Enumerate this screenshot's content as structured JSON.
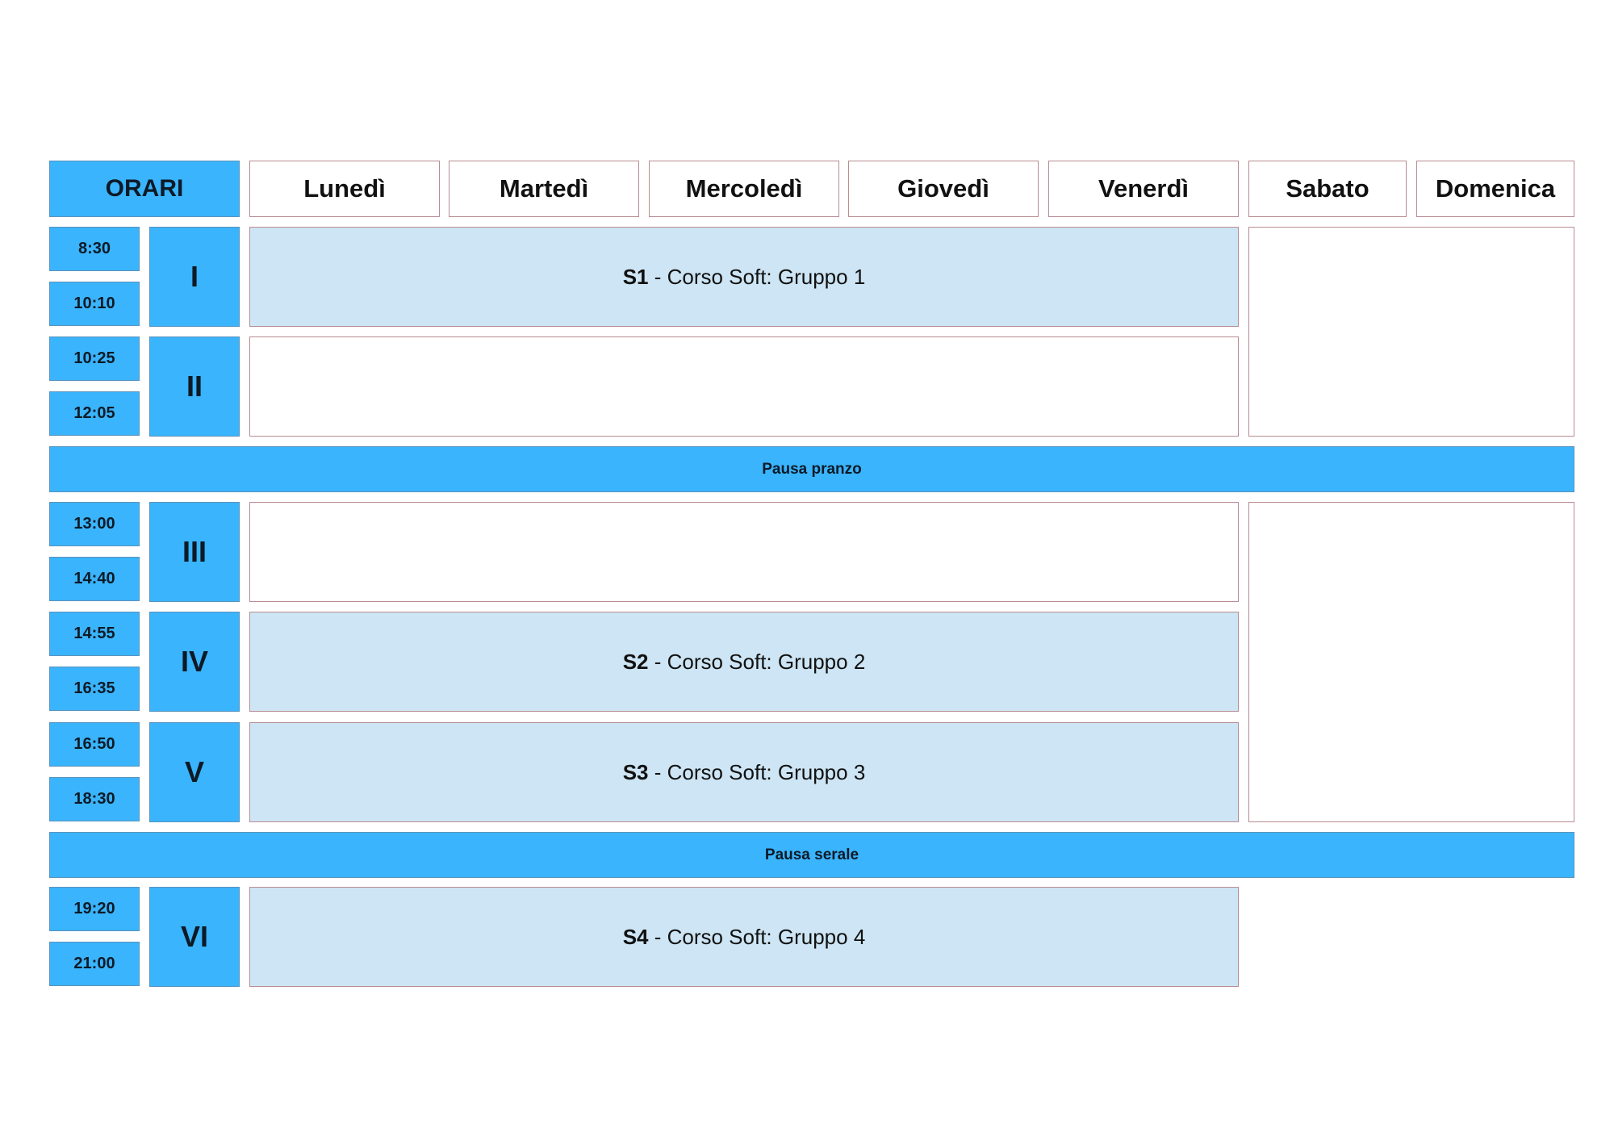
{
  "header": {
    "orari": "ORARI",
    "days": [
      "Lunedì",
      "Martedì",
      "Mercoledì",
      "Giovedì",
      "Venerdì",
      "Sabato",
      "Domenica"
    ]
  },
  "slots": [
    {
      "roman": "I",
      "start": "8:30",
      "end": "10:10"
    },
    {
      "roman": "II",
      "start": "10:25",
      "end": "12:05"
    },
    {
      "roman": "III",
      "start": "13:00",
      "end": "14:40"
    },
    {
      "roman": "IV",
      "start": "14:55",
      "end": "16:35"
    },
    {
      "roman": "V",
      "start": "16:50",
      "end": "18:30"
    },
    {
      "roman": "VI",
      "start": "19:20",
      "end": "21:00"
    }
  ],
  "pauses": {
    "lunch": "Pausa pranzo",
    "evening": "Pausa serale"
  },
  "sessions": [
    {
      "code": "S1",
      "text": " - Corso Soft: Gruppo 1"
    },
    {
      "code": "S2",
      "text": " - Corso Soft: Gruppo 2"
    },
    {
      "code": "S3",
      "text": " - Corso Soft: Gruppo 3"
    },
    {
      "code": "S4",
      "text": " - Corso Soft: Gruppo 4"
    }
  ],
  "colors": {
    "header_blue": "#3ab4fc",
    "session_fill": "#cde5f4",
    "cell_border": "#b98c92"
  }
}
